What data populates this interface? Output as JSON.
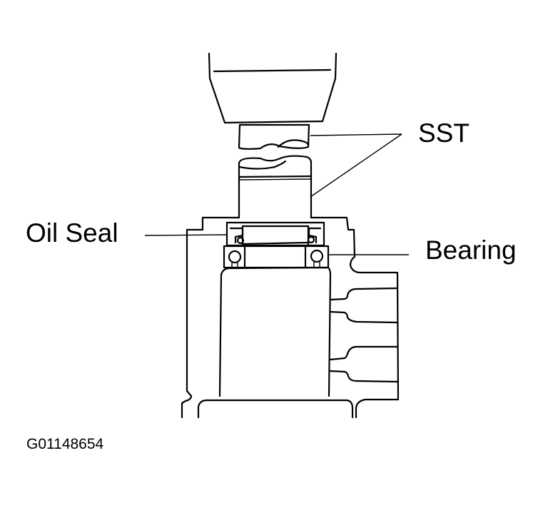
{
  "diagram": {
    "type": "service-procedure-illustration",
    "subject": "Installing oil seal over bearing using special service tool (press)",
    "labels": {
      "sst": "SST",
      "oil_seal": "Oil Seal",
      "bearing": "Bearing"
    },
    "figure_id": "G01148654",
    "colors": {
      "line": "#000000",
      "background": "#ffffff"
    }
  }
}
